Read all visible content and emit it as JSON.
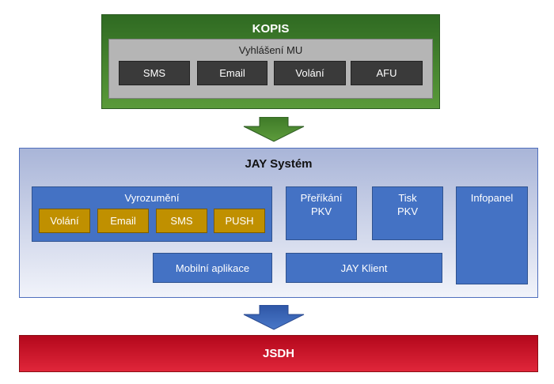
{
  "kopis": {
    "title": "KOPIS",
    "group_title": "Vyhlášení MU",
    "channels": [
      "SMS",
      "Email",
      "Volání",
      "AFU"
    ]
  },
  "jay": {
    "title": "JAY Systém",
    "vyrozumeni": {
      "title": "Vyrozumění",
      "channels": [
        "Volání",
        "Email",
        "SMS",
        "PUSH"
      ]
    },
    "prerikani": {
      "line1": "Přeříkání",
      "line2": "PKV"
    },
    "tisk": {
      "line1": "Tisk",
      "line2": "PKV"
    },
    "infopanel": "Infopanel",
    "mobilni_aplikace": "Mobilní aplikace",
    "jay_klient": "JAY Klient"
  },
  "jsdh": {
    "title": "JSDH"
  },
  "colors": {
    "kopis_green": "#3f7a2c",
    "gray_panel": "#b5b5b5",
    "dark_box": "#3a3a3a",
    "jay_blue": "#4472c4",
    "gold": "#c09000",
    "jsdh_red": "#c0121f"
  }
}
